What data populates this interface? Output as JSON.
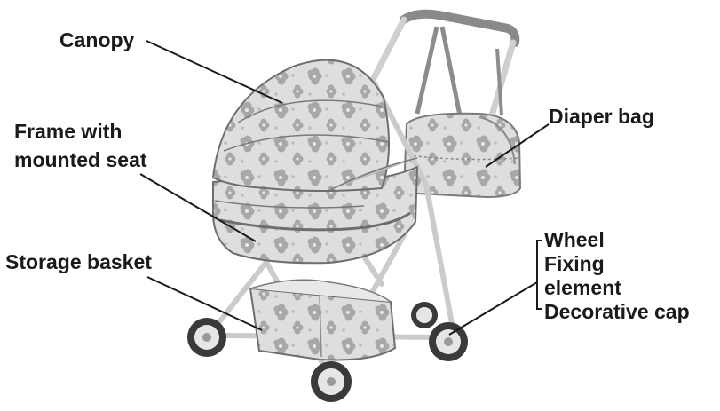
{
  "labels": {
    "canopy": "Canopy",
    "frame_line1": "Frame with",
    "frame_line2": "mounted seat",
    "storage_basket": "Storage basket",
    "diaper_bag": "Diaper bag",
    "wheel": "Wheel",
    "fixing_line1": "Fixing",
    "fixing_line2": "element",
    "decorative_cap": "Decorative cap"
  },
  "colors": {
    "text": "#1a1a1a",
    "leader": "#1a1a1a",
    "fabric_base": "#dcdcdc",
    "flower": "#a9a9a9",
    "frame": "#c8c8c8",
    "tyre": "#3b3b3b"
  }
}
